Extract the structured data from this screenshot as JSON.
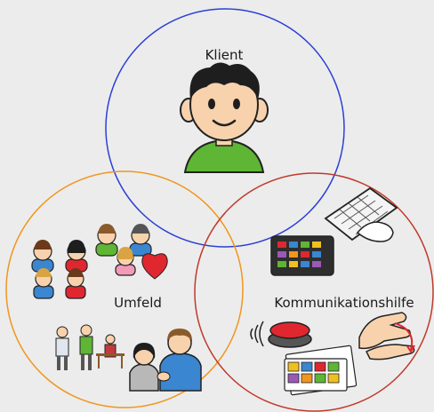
{
  "diagram": {
    "type": "venn",
    "circles": [
      {
        "id": "client",
        "label": "Klient",
        "color": "#2a3fd6"
      },
      {
        "id": "environment",
        "label": "Umfeld",
        "color": "#f0961e"
      },
      {
        "id": "communication-aid",
        "label": "Kommunikationshilfe",
        "color": "#c0392b"
      }
    ]
  },
  "icons": {
    "client": [
      "boy-face-icon"
    ],
    "environment": [
      "group-of-people-icon",
      "heart-icon",
      "doctor-consultation-icon",
      "caregiver-with-child-icon"
    ],
    "communication-aid": [
      "keyboard-icon",
      "tablet-grid-icon",
      "big-red-button-icon",
      "sign-language-hands-icon",
      "symbol-board-icon"
    ]
  },
  "colors": {
    "background": "#ececec",
    "skin": "#f8d2ac",
    "hair": "#1e1e1e",
    "shirt": "#5fb534",
    "heart": "#e0272f"
  }
}
